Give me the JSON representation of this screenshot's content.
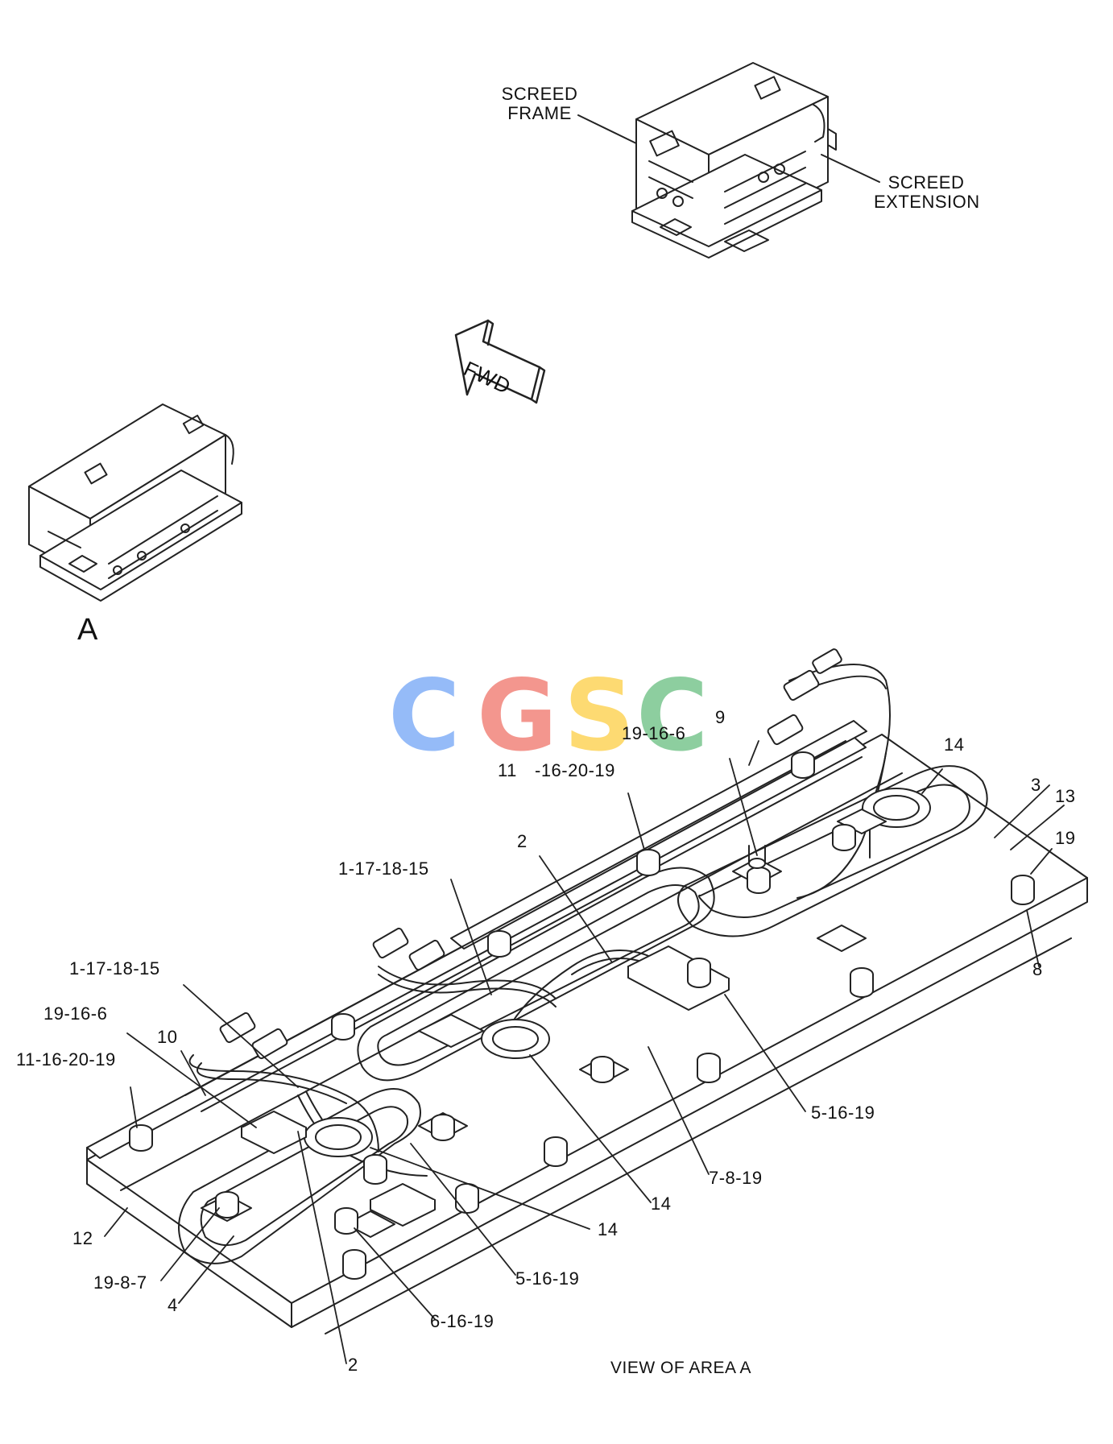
{
  "labels": {
    "screed_frame_1": "SCREED",
    "screed_frame_2": "FRAME",
    "screed_ext_1": "SCREED",
    "screed_ext_2": "EXTENSION",
    "fwd": "FWD",
    "area": "A",
    "view": "VIEW OF AREA A"
  },
  "watermark": {
    "letters": [
      "C",
      "G",
      "S",
      "C"
    ],
    "colors": [
      "#8ab4f8",
      "#f28b82",
      "#fdd663",
      "#81c995"
    ]
  },
  "callouts": [
    "19-16-6",
    "9",
    "14",
    "11",
    "-16-20-19",
    "3",
    "13",
    "19",
    "2",
    "1-17-18-15",
    "8",
    "1-17-18-15",
    "19-16-6",
    "10",
    "11-16-20-19",
    "5-16-19",
    "7-8-19",
    "14",
    "14",
    "12",
    "5-16-19",
    "19-8-7",
    "4",
    "6-16-19",
    "2"
  ],
  "colors": {
    "line": "#222222",
    "background": "#ffffff"
  }
}
